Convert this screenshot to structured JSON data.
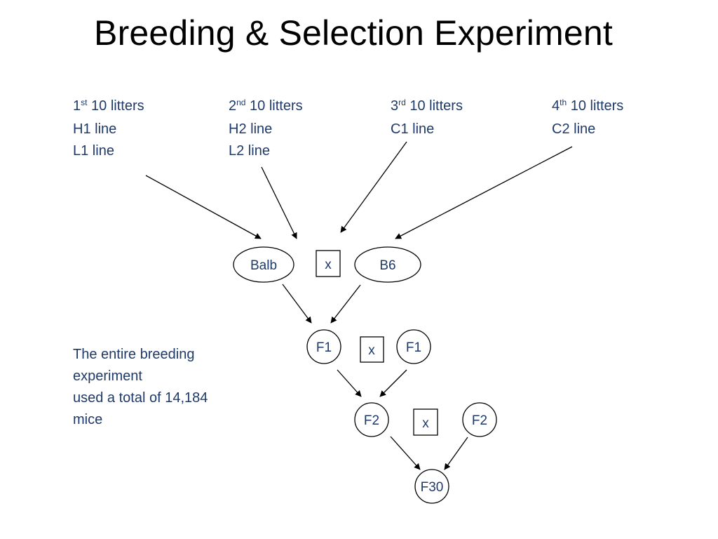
{
  "title": "Breeding & Selection Experiment",
  "litter_groups": [
    {
      "ordinal_number": "1",
      "ordinal_suffix": "st",
      "litters_text": "10 litters",
      "lines": [
        "H1 line",
        "L1 line"
      ]
    },
    {
      "ordinal_number": "2",
      "ordinal_suffix": "nd",
      "litters_text": "10 litters",
      "lines": [
        "H2 line",
        "L2 line"
      ]
    },
    {
      "ordinal_number": "3",
      "ordinal_suffix": "rd",
      "litters_text": "10 litters",
      "lines": [
        "C1 line"
      ]
    },
    {
      "ordinal_number": "4",
      "ordinal_suffix": "th",
      "litters_text": "10 litters",
      "lines": [
        "C2 line"
      ]
    }
  ],
  "nodes": {
    "balb": "Balb",
    "b6": "B6",
    "f1_left": "F1",
    "f1_right": "F1",
    "f2_left": "F2",
    "f2_right": "F2",
    "f30": "F30"
  },
  "cross_symbol": "x",
  "note_lines": [
    "The entire breeding",
    "experiment",
    "used a total of 14,184",
    "mice"
  ]
}
